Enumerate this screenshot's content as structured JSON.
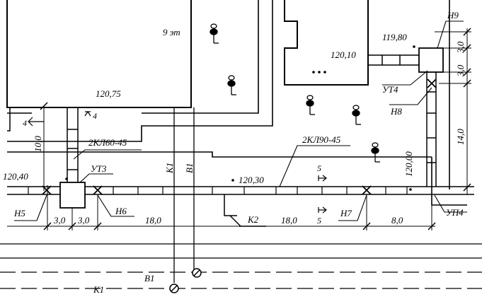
{
  "building": {
    "floors": "9 эт",
    "ground_level": "120,75"
  },
  "levels": {
    "building_right": "120,10",
    "top_right": "119,80",
    "left_pipe": "120,40",
    "mid_pipe": "120,30",
    "right_vertical": "120,00"
  },
  "nodes": {
    "ut3": "УТ3",
    "ut4": "УТ4",
    "up4": "УП4",
    "n5": "Н5",
    "n6": "Н6",
    "n7": "Н7",
    "n8": "Н8",
    "n9": "Н9",
    "k2": "К2"
  },
  "channels": {
    "branch": "2КЛ60-45",
    "main": "2КЛ90-45"
  },
  "utilities": {
    "sewer": "К1",
    "water": "В1"
  },
  "section": {
    "mark": "5"
  },
  "dimensions": {
    "left_vertical": "10,0",
    "tiny_left": "4",
    "tiny_right": "4",
    "d1": "3,0",
    "d2": "3,0",
    "d3": "18,0",
    "d4": "18,0",
    "d5": "8,0",
    "right_1": "3,0",
    "right_2": "3,0",
    "right_3": "14,0"
  },
  "line_color": "#000000"
}
